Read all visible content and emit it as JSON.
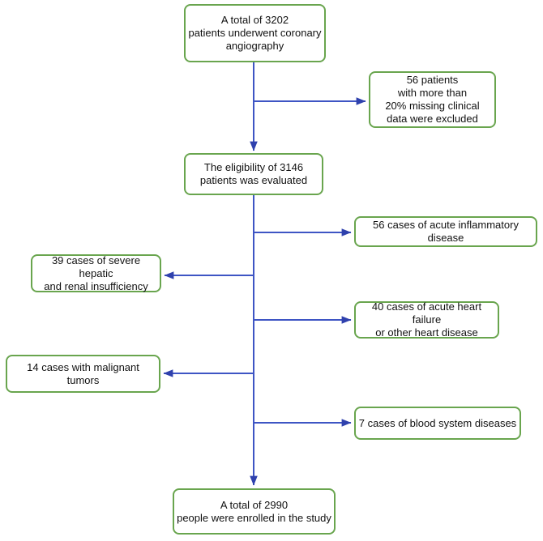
{
  "colors": {
    "box_border": "#69a54e",
    "connector": "#3e55c4",
    "connector_head": "#2f41ad",
    "text": "#111111",
    "background": "#ffffff"
  },
  "nodes": [
    {
      "id": "angiography",
      "text": "A total of 3202\npatients underwent coronary\nangiography"
    },
    {
      "id": "excluded-missing-data",
      "text": "56 patients\nwith more than\n20% missing clinical\ndata were excluded"
    },
    {
      "id": "eligibility",
      "text": "The eligibility of 3146\npatients was evaluated"
    },
    {
      "id": "inflammatory",
      "text": "56 cases of acute inflammatory\ndisease"
    },
    {
      "id": "hepatic-renal",
      "text": "39 cases of severe hepatic\nand renal insufficiency"
    },
    {
      "id": "heart-failure",
      "text": "40 cases of acute heart failure\nor other heart disease"
    },
    {
      "id": "malignant-tumors",
      "text": "14 cases with malignant\ntumors"
    },
    {
      "id": "blood-diseases",
      "text": "7 cases of blood system diseases"
    },
    {
      "id": "enrolled",
      "text": "A total of 2990\npeople were enrolled in the study"
    }
  ],
  "edges": [
    {
      "from": "angiography",
      "to": "excluded-missing-data"
    },
    {
      "from": "angiography",
      "to": "eligibility"
    },
    {
      "from": "eligibility",
      "to": "inflammatory"
    },
    {
      "from": "eligibility",
      "to": "hepatic-renal"
    },
    {
      "from": "eligibility",
      "to": "heart-failure"
    },
    {
      "from": "eligibility",
      "to": "malignant-tumors"
    },
    {
      "from": "eligibility",
      "to": "blood-diseases"
    },
    {
      "from": "eligibility",
      "to": "enrolled"
    }
  ]
}
